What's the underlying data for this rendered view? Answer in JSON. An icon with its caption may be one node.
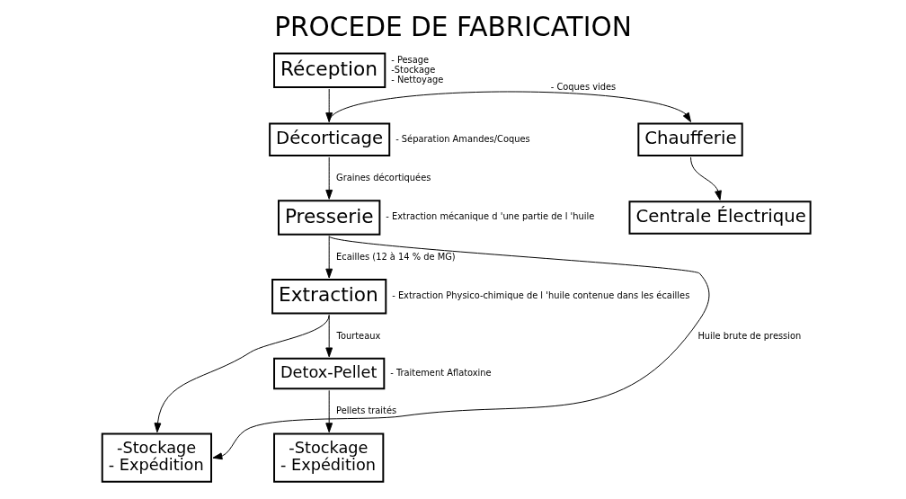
{
  "diagram": {
    "title": "PROCEDE DE FABRICATION",
    "nodes": [
      {
        "text": [
          "Réception"
        ],
        "beside": [
          "- Pesage",
          "-Stockage",
          "- Nettoyage"
        ]
      },
      {
        "text": [
          "Décorticage"
        ],
        "beside": [
          "- Séparation Amandes/Coques"
        ]
      },
      {
        "text": [
          "Chaufferie"
        ]
      },
      {
        "text": [
          "Centrale Électrique"
        ]
      },
      {
        "text": [
          "Presserie"
        ],
        "beside": [
          "- Extraction mécanique d 'une partie de l 'huile"
        ]
      },
      {
        "text": [
          "Extraction"
        ],
        "beside": [
          "- Extraction Physico-chimique de l 'huile contenue dans les écailles"
        ]
      },
      {
        "text": [
          "Detox-Pellet"
        ],
        "beside": [
          "- Traitement Aflatoxine"
        ]
      },
      {
        "text": [
          "-Stockage",
          "- Expédition"
        ]
      },
      {
        "text": [
          "-Stockage",
          "- Expédition"
        ]
      }
    ],
    "edges": [
      {
        "from": 0,
        "to": 1,
        "arrow": "to"
      },
      {
        "from": 1,
        "to": 2,
        "arrow": "to",
        "label": "- Coques vides"
      },
      {
        "from": 2,
        "to": 3,
        "arrow": "to"
      },
      {
        "from": 1,
        "to": 4,
        "arrow": "to",
        "label": "Graines décortiquées"
      },
      {
        "from": 4,
        "to": 7,
        "arrow": "to",
        "label": "Huile brute de pression"
      },
      {
        "from": 4,
        "to": 5,
        "arrow": "to",
        "label": "Ecailles (12 à 14 % de MG)"
      },
      {
        "from": 5,
        "to": 7,
        "arrow": "to"
      },
      {
        "from": 5,
        "to": 6,
        "arrow": "to",
        "label": "Tourteaux"
      },
      {
        "from": 6,
        "to": 8,
        "arrow": "to",
        "label": "Pellets traités"
      }
    ]
  }
}
